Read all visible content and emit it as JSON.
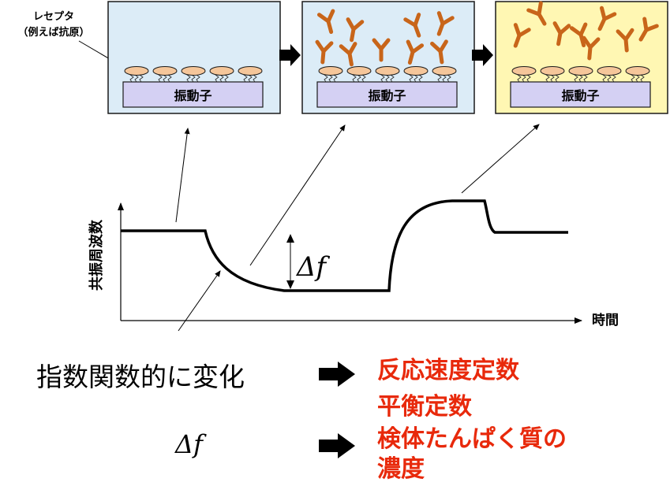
{
  "receptor_label": {
    "line1": "レセプタ",
    "line2": "（例えば抗原）"
  },
  "panels": [
    {
      "resonator_label": "振動子",
      "bg": "#dcecf7",
      "antibody_state": "none"
    },
    {
      "resonator_label": "振動子",
      "bg": "#dcecf7",
      "antibody_state": "binding"
    },
    {
      "resonator_label": "振動子",
      "bg": "#fff7b3",
      "antibody_state": "free"
    }
  ],
  "colors": {
    "receptor_fill": "#f5c69a",
    "resonator_fill": "#d4d0f3",
    "antibody": "#c8651a",
    "frame": "#1a1a1a",
    "accent_red": "#e8290b"
  },
  "graph": {
    "ylabel": "共振周波数",
    "xlabel": "時間",
    "delta_label": "Δf"
  },
  "notes": [
    {
      "left": "指数関数的に変化",
      "right_lines": [
        "反応速度定数",
        "平衡定数"
      ]
    },
    {
      "left": "Δf",
      "right_lines": [
        "検体たんぱく質の",
        "濃度"
      ]
    }
  ]
}
